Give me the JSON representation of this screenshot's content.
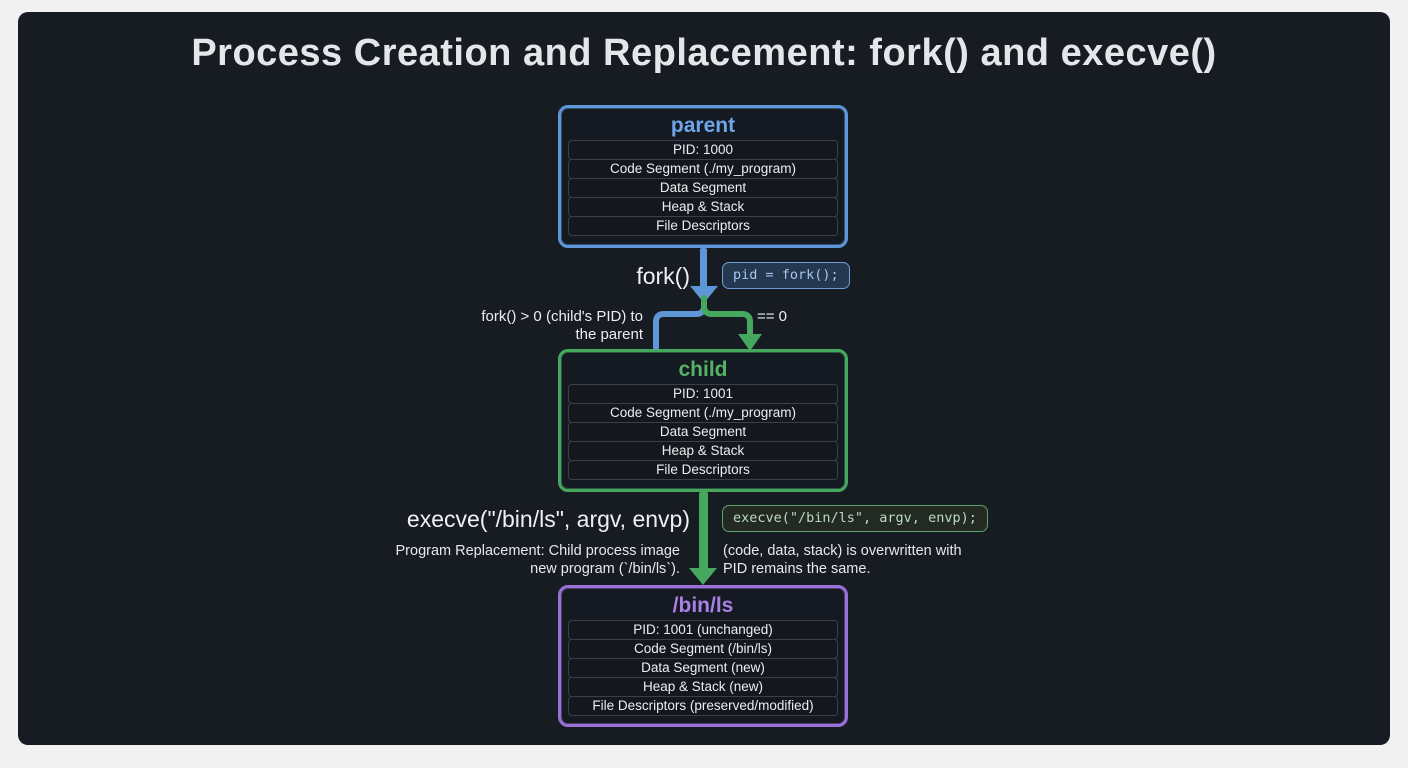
{
  "title": "Process Creation and Replacement: fork() and execve()",
  "colors": {
    "panel_bg": "#171b22",
    "page_bg": "#f1f1f2",
    "blue": "#5e97d8",
    "green": "#46a75e",
    "purple": "#9a6fd6",
    "row_bg": "#14171d",
    "row_border": "#3a3f48",
    "text": "#eceef1"
  },
  "nodes": {
    "parent": {
      "title": "parent",
      "rows": [
        "PID: 1000",
        "Code Segment (./my_program)",
        "Data Segment",
        "Heap & Stack",
        "File Descriptors"
      ]
    },
    "child": {
      "title": "child",
      "rows": [
        "PID: 1001",
        "Code Segment (./my_program)",
        "Data Segment",
        "Heap & Stack",
        "File Descriptors"
      ]
    },
    "binls": {
      "title": "/bin/ls",
      "rows": [
        "PID: 1001 (unchanged)",
        "Code Segment (/bin/ls)",
        "Data Segment (new)",
        "Heap & Stack (new)",
        "File Descriptors (preserved/modified)"
      ]
    }
  },
  "fork_edge": {
    "label": "fork()",
    "code": "pid = fork();",
    "parent_branch_line1": "fork() > 0 (child's PID) to",
    "parent_branch_line2": "the parent",
    "child_branch_label": "== 0"
  },
  "execve_edge": {
    "label": "execve(\"/bin/ls\", argv, envp)",
    "code": "execve(\"/bin/ls\", argv, envp);",
    "left_note_line1": "Program Replacement: Child process image",
    "left_note_line2": "new program (`/bin/ls`).",
    "right_note_line1": "(code, data, stack) is overwritten with",
    "right_note_line2": "PID remains the same."
  }
}
